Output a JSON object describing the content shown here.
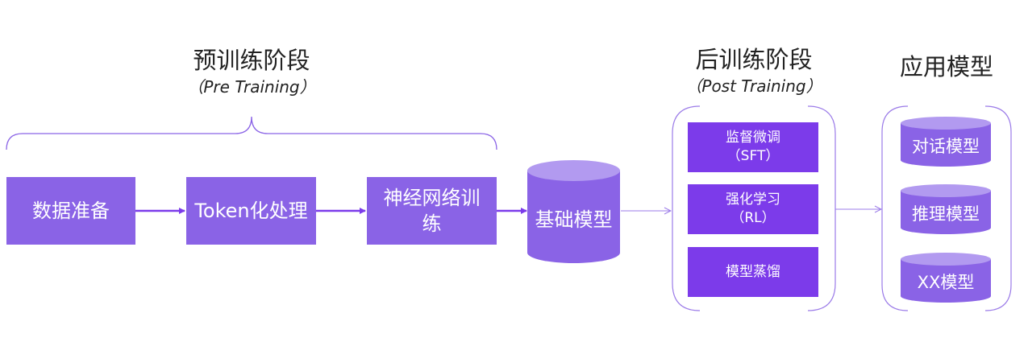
{
  "colors": {
    "box": "#8a63e6",
    "post_box": "#7c3bea",
    "cylinder": "#8a63e6",
    "arrow": "#7c3bea",
    "brace": "#8a63e6",
    "bracket": "#9b7be8"
  },
  "pretraining": {
    "title": "预训练阶段",
    "subtitle": "（Pre Training）",
    "steps": [
      "数据准备",
      "Token化处理",
      "神经网络训练"
    ]
  },
  "base_model": {
    "label": "基础模型"
  },
  "posttraining": {
    "title": "后训练阶段",
    "subtitle": "（Post Training）",
    "items": [
      {
        "name": "监督微调",
        "abbr": "（SFT）"
      },
      {
        "name": "强化学习",
        "abbr": "（RL）"
      },
      {
        "name": "模型蒸馏",
        "abbr": ""
      }
    ]
  },
  "application": {
    "title": "应用模型",
    "models": [
      "对话模型",
      "推理模型",
      "XX模型"
    ]
  }
}
